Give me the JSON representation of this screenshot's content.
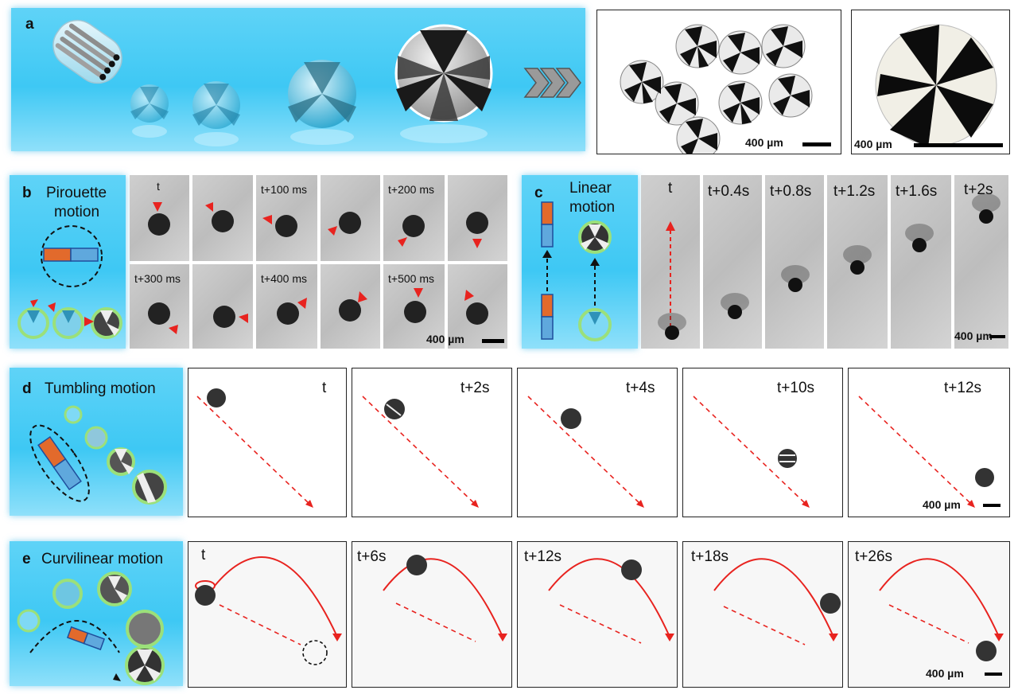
{
  "panels": {
    "a": {
      "letter": "a",
      "scale_mid": "400 µm",
      "scale_right": "400 µm"
    },
    "b": {
      "letter": "b",
      "title_line1": "Pirouette",
      "title_line2": "motion",
      "frames_top": [
        "t",
        "",
        "t+100 ms",
        "",
        "t+200 ms",
        ""
      ],
      "frames_bottom": [
        "t+300 ms",
        "",
        "t+400 ms",
        "",
        "t+500 ms",
        ""
      ],
      "scale": "400 µm"
    },
    "c": {
      "letter": "c",
      "title_line1": "Linear",
      "title_line2": "motion",
      "frames": [
        "t",
        "t+0.4s",
        "t+0.8s",
        "t+1.2s",
        "t+1.6s",
        "t+2s"
      ],
      "scale": "400 µm"
    },
    "d": {
      "letter": "d",
      "title": "Tumbling motion",
      "frames": [
        "t",
        "t+2s",
        "t+4s",
        "t+10s",
        "t+12s"
      ],
      "scale": "400 µm"
    },
    "e": {
      "letter": "e",
      "title": "Curvilinear motion",
      "frames": [
        "t",
        "t+6s",
        "t+12s",
        "t+18s",
        "t+26s"
      ],
      "scale": "400 µm"
    }
  },
  "colors": {
    "background_blue": "#3ec8f4",
    "arrow_red": "#e8231f",
    "frame_border": "#222222"
  }
}
